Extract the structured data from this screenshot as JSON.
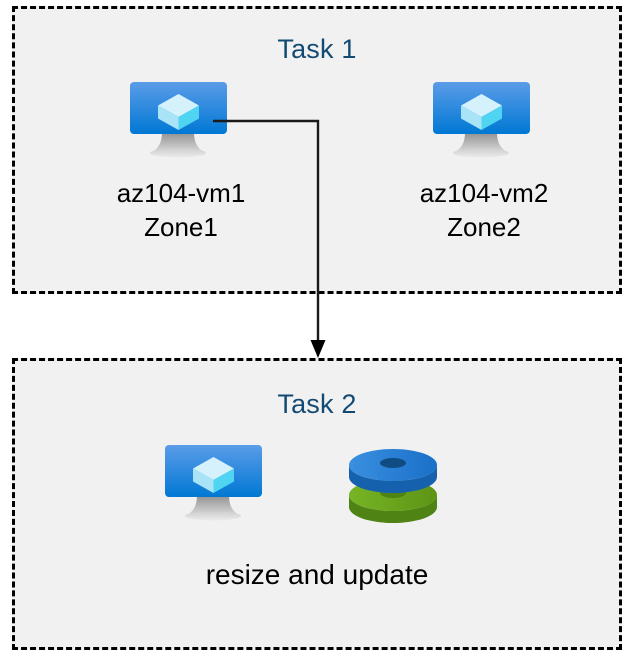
{
  "diagram": {
    "title_color": "#134a73",
    "box_fill": "#f1f1f1",
    "box_border_color": "#000000",
    "page_background": "#ffffff",
    "connector_color": "#1a1a1a"
  },
  "task1": {
    "title": "Task 1",
    "nodes": [
      {
        "icon": "virtual-machine-icon",
        "label_line1": "az104-vm1",
        "label_line2": "Zone1"
      },
      {
        "icon": "virtual-machine-icon",
        "label_line1": "az104-vm2",
        "label_line2": "Zone2"
      }
    ]
  },
  "task2": {
    "title": "Task 2",
    "icons": [
      {
        "icon": "virtual-machine-icon"
      },
      {
        "icon": "managed-disks-icon"
      }
    ],
    "caption": "resize and update"
  },
  "colors": {
    "vm_screen_top": "#5197e8",
    "vm_screen_bottom": "#0078d4",
    "vm_cube_top": "#c3ecfb",
    "vm_cube_left": "#9fe0f7",
    "vm_cube_right": "#50d7f5",
    "vm_stand": "#9c9c9c",
    "disk_blue": "#3182ce",
    "disk_blue_dark": "#0f4c81",
    "disk_green": "#6aa81f",
    "disk_green_dark": "#5c9119"
  }
}
